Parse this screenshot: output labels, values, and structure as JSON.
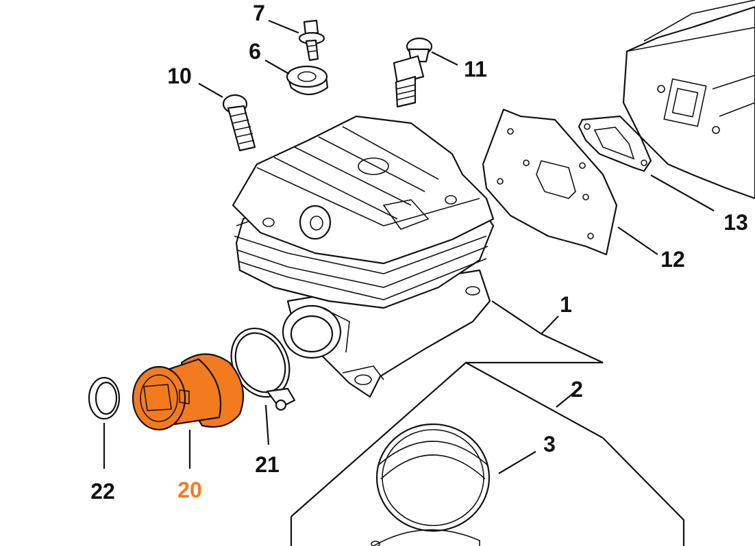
{
  "diagram": {
    "highlight_color": "#f47a20",
    "line_color": "#111111",
    "parts": [
      {
        "id": "p1",
        "label": "1",
        "highlighted": false
      },
      {
        "id": "p2",
        "label": "2",
        "highlighted": false
      },
      {
        "id": "p3",
        "label": "3",
        "highlighted": false
      },
      {
        "id": "p6",
        "label": "6",
        "highlighted": false
      },
      {
        "id": "p7",
        "label": "7",
        "highlighted": false
      },
      {
        "id": "p10",
        "label": "10",
        "highlighted": false
      },
      {
        "id": "p11",
        "label": "11",
        "highlighted": false
      },
      {
        "id": "p12",
        "label": "12",
        "highlighted": false
      },
      {
        "id": "p13",
        "label": "13",
        "highlighted": false
      },
      {
        "id": "p20",
        "label": "20",
        "highlighted": true
      },
      {
        "id": "p21",
        "label": "21",
        "highlighted": false
      },
      {
        "id": "p22",
        "label": "22",
        "highlighted": false
      }
    ]
  }
}
